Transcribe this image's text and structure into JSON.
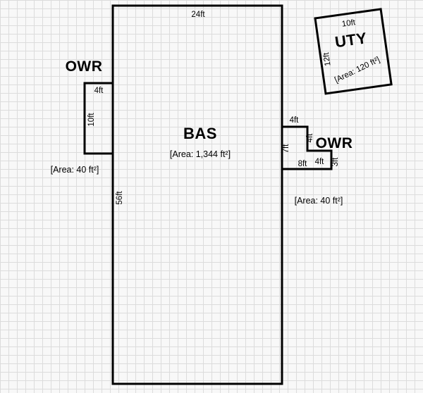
{
  "sketch": {
    "bas": {
      "label": "BAS",
      "area": "[Area: 1,344 ft²]",
      "width_label": "24ft",
      "height_label": "56ft"
    },
    "owr_left": {
      "label": "OWR",
      "area": "[Area: 40 ft²]",
      "width_label": "4ft",
      "height_label": "10ft"
    },
    "owr_right": {
      "label": "OWR",
      "area": "[Area: 40 ft²]",
      "top_label": "4ft",
      "upper_right_label": "4ft",
      "left_label": "7ft",
      "bottom_label": "8ft",
      "mid_label": "4ft",
      "lower_right_label": "3ft"
    },
    "uty": {
      "label": "UTY",
      "area": "[Area: 120 ft²]",
      "width_label": "10ft",
      "height_label": "12ft"
    }
  },
  "colors": {
    "outline": "#000000",
    "grid_line": "#dcdcdc",
    "background": "#f8f8f8"
  }
}
